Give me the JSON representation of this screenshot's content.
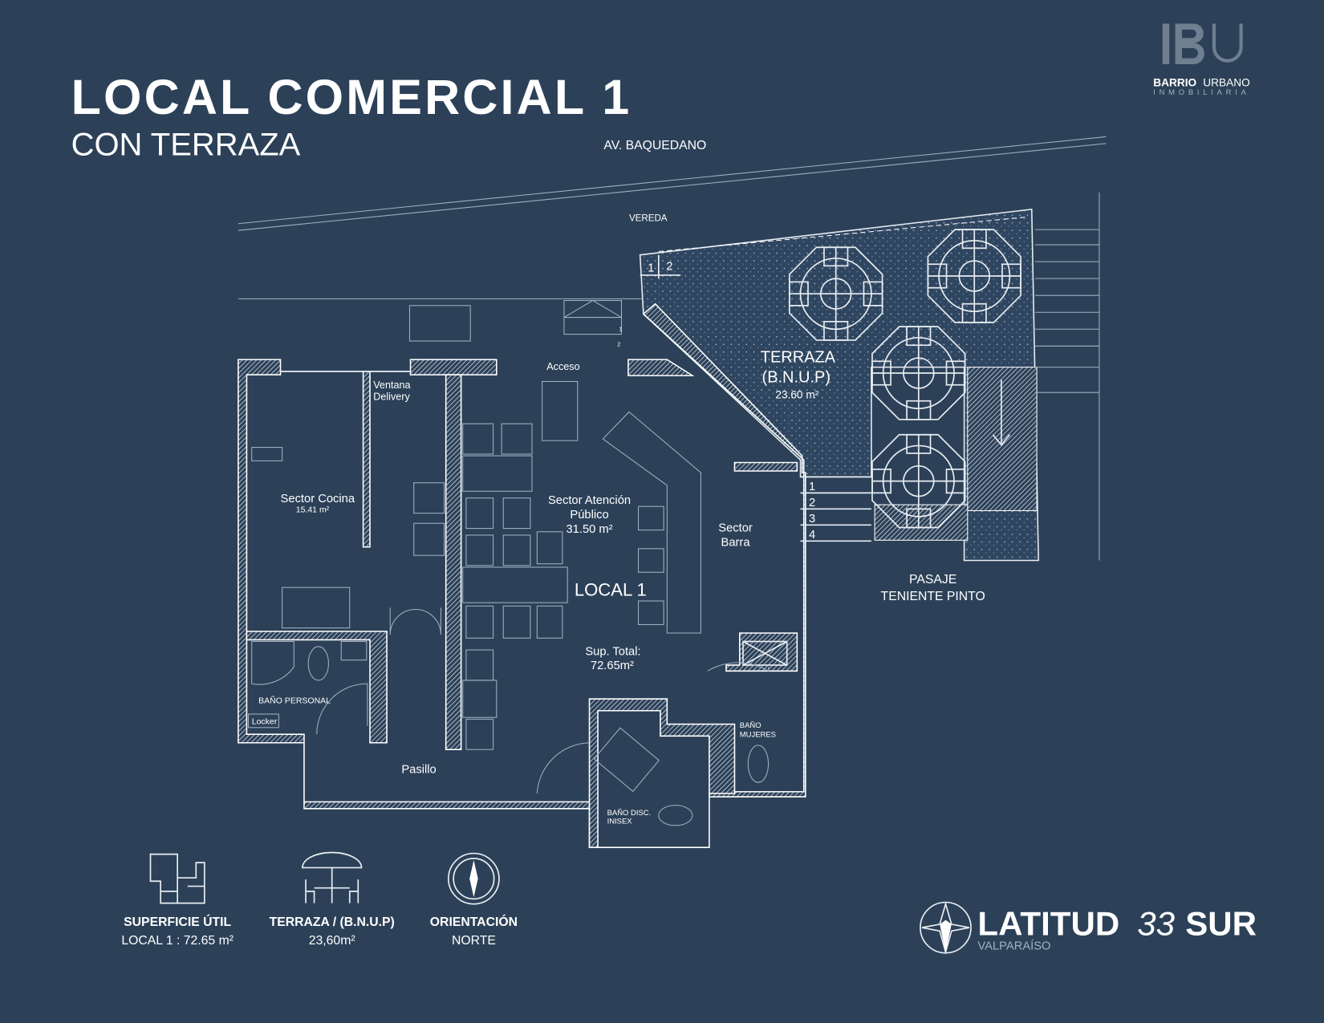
{
  "header": {
    "title": "LOCAL COMERCIAL 1",
    "subtitle": "CON TERRAZA"
  },
  "brand": {
    "logo_letters": "IBU",
    "name_bold": "BARRIO",
    "name_light": "URBANO",
    "tagline": "INMOBILIARIA"
  },
  "plan": {
    "street": "AV. BAQUEDANO",
    "sidewalk": "VEREDA",
    "passage_line1": "PASAJE",
    "passage_line2": "TENIENTE PINTO",
    "access": "Acceso",
    "window_line1": "Ventana",
    "window_line2": "Delivery",
    "kitchen": "Sector Cocina",
    "kitchen_area": "15.41 m²",
    "public_line1": "Sector Atención",
    "public_line2": "Público",
    "public_area": "31.50 m²",
    "local": "LOCAL 1",
    "bar_line1": "Sector",
    "bar_line2": "Barra",
    "total_label": "Sup. Total:",
    "total_value": "72.65m²",
    "terrace_line1": "TERRAZA",
    "terrace_line2": "(B.N.U.P)",
    "terrace_area": "23.60 m²",
    "bath_staff": "BAÑO PERSONAL",
    "locker": "Locker",
    "hall": "Pasillo",
    "bath_women_line1": "BAÑO",
    "bath_women_line2": "MUJERES",
    "bath_dis_line1": "BAÑO DISC.",
    "bath_dis_line2": "INISEX",
    "steps_top": [
      "1",
      "2"
    ],
    "steps_small": [
      "1",
      "2"
    ],
    "steps_side": [
      "1",
      "2",
      "3",
      "4"
    ]
  },
  "summary": [
    {
      "icon": "floorplan-icon",
      "label": "SUPERFICIE ÚTIL",
      "value": "LOCAL 1 : 72.65 m²"
    },
    {
      "icon": "umbrella-table-icon",
      "label": "TERRAZA / (B.N.U.P)",
      "value": "23,60m²"
    },
    {
      "icon": "compass-icon",
      "label": "ORIENTACIÓN",
      "value": "NORTE"
    }
  ],
  "project": {
    "name_bold1": "LATITUD",
    "name_light": "33",
    "name_bold2": "SUR",
    "city": "VALPARAÍSO"
  },
  "colors": {
    "background": "#2c4158",
    "line": "#e8edf2",
    "logo": "#6f7f8f"
  }
}
